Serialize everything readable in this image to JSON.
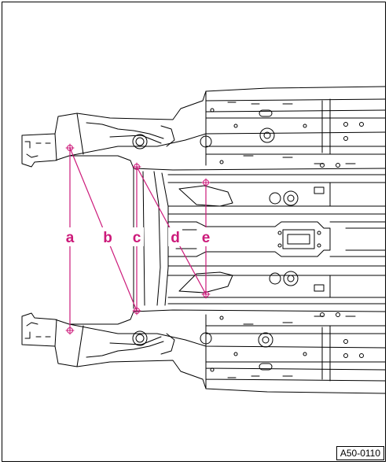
{
  "figure_id": "A50-0110",
  "accent_color": "#cc1a7a",
  "measure_labels": {
    "a": "a",
    "b": "b",
    "c": "c",
    "d": "d",
    "e": "e"
  },
  "icons": {
    "measuring_point": "crosshair-circle"
  }
}
